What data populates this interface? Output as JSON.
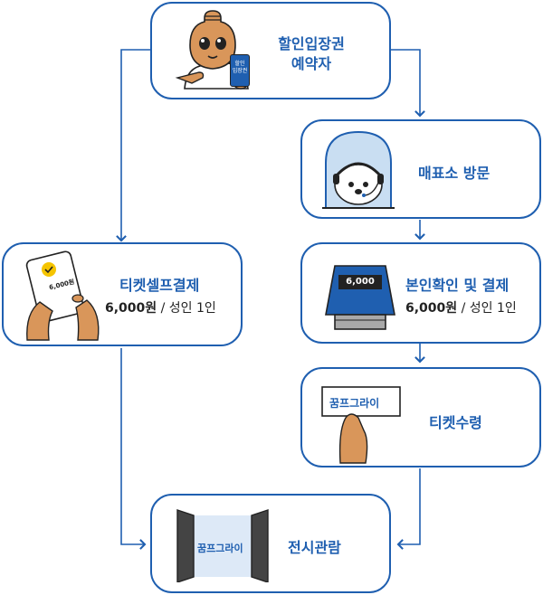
{
  "nodes": {
    "reservation": {
      "title_line1": "할인입장권",
      "title_line2": "예약자",
      "card_text_1": "할인",
      "card_text_2": "입장권"
    },
    "visit": {
      "title": "매표소 방문"
    },
    "self_pay": {
      "title": "티켓셀프결제",
      "price": "6,000원",
      "price_suffix": " / 성인 1인",
      "card_text": "6,000원"
    },
    "verify_pay": {
      "title": "본인확인 및 결제",
      "price": "6,000원",
      "price_suffix": " / 성인 1인",
      "screen_text": "6,000"
    },
    "receive": {
      "title": "티켓수령"
    },
    "view": {
      "title": "전시관람"
    }
  },
  "colors": {
    "line": "#1f5fb0",
    "accent": "#1f5fb0"
  }
}
